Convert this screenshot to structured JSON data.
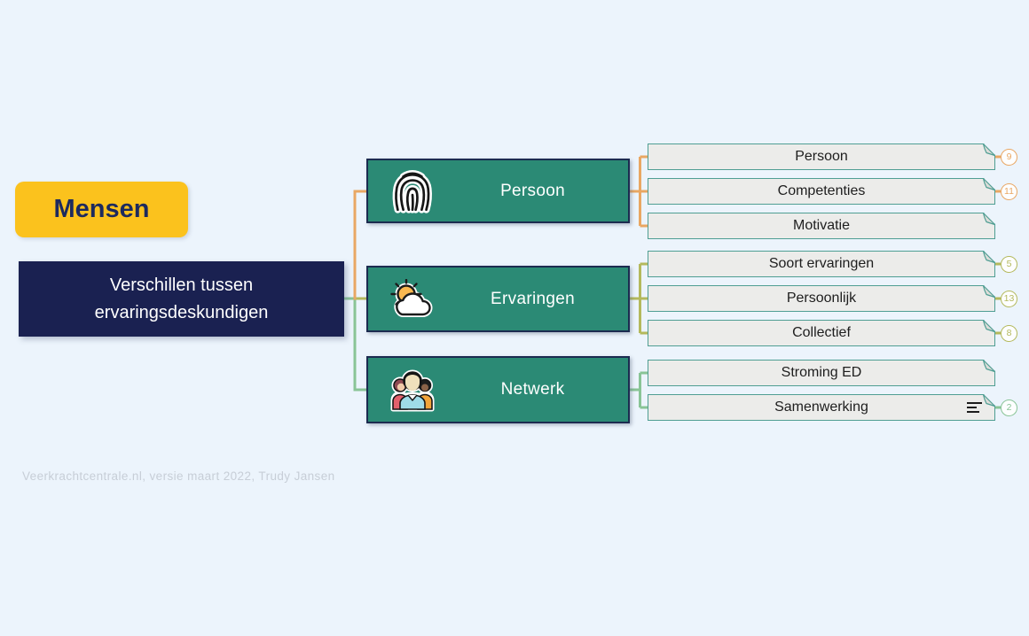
{
  "root_label": "Mensen",
  "central_topic": {
    "line1": "Verschillen tussen",
    "line2": "ervaringsdeskundigen"
  },
  "branches": [
    {
      "label": "Persoon",
      "icon": "fingerprint-icon",
      "line_color": "#e9a763",
      "children": [
        {
          "label": "Persoon",
          "count": "9"
        },
        {
          "label": "Competenties",
          "count": "11"
        },
        {
          "label": "Motivatie"
        }
      ]
    },
    {
      "label": "Ervaringen",
      "icon": "sun-cloud-icon",
      "line_color": "#b4b95c",
      "children": [
        {
          "label": "Soort ervaringen",
          "count": "5"
        },
        {
          "label": "Persoonlijk",
          "count": "13"
        },
        {
          "label": "Collectief",
          "count": "8"
        }
      ]
    },
    {
      "label": "Netwerk",
      "icon": "people-icon",
      "line_color": "#89c496",
      "children": [
        {
          "label": "Stroming ED"
        },
        {
          "label": "Samenwerking",
          "count": "2",
          "note_icon": "notes-icon"
        }
      ]
    }
  ],
  "footer": "Veerkrachtcentrale.nl, versie maart 2022, Trudy Jansen",
  "colors": {
    "background": "#ecf4fc",
    "root_label_bg": "#fbc21d",
    "central_topic_bg": "#1a2151",
    "branch_bg": "#2b8a75",
    "branch_border": "#1c2b50",
    "child_bg": "#ececea",
    "child_border": "#4f9e93",
    "line_persoon": "#e9a763",
    "line_ervaringen": "#b4b95c",
    "line_netwerk": "#89c496"
  }
}
